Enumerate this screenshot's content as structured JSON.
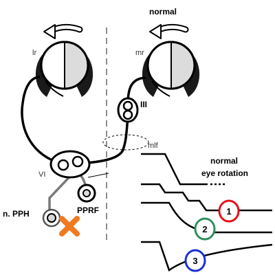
{
  "title": "normal",
  "labels": {
    "left_eye": "lr",
    "right_eye": "mr",
    "oculomotor": "III",
    "abducens": "VI",
    "mlf": "mlf",
    "pph": "n. PPH",
    "pprf": "PPRF"
  },
  "trace_caption": {
    "line1": "normal",
    "line2": "eye rotation"
  },
  "markers": [
    {
      "label": "1",
      "color": "#e3101a"
    },
    {
      "label": "2",
      "color": "#2e8f5c"
    },
    {
      "label": "3",
      "color": "#1a2fd1"
    }
  ],
  "colors": {
    "lesion": "#f07a22",
    "ink": "#000000",
    "gray_path": "#7a7a7a",
    "midline": "#8c8c8c"
  }
}
